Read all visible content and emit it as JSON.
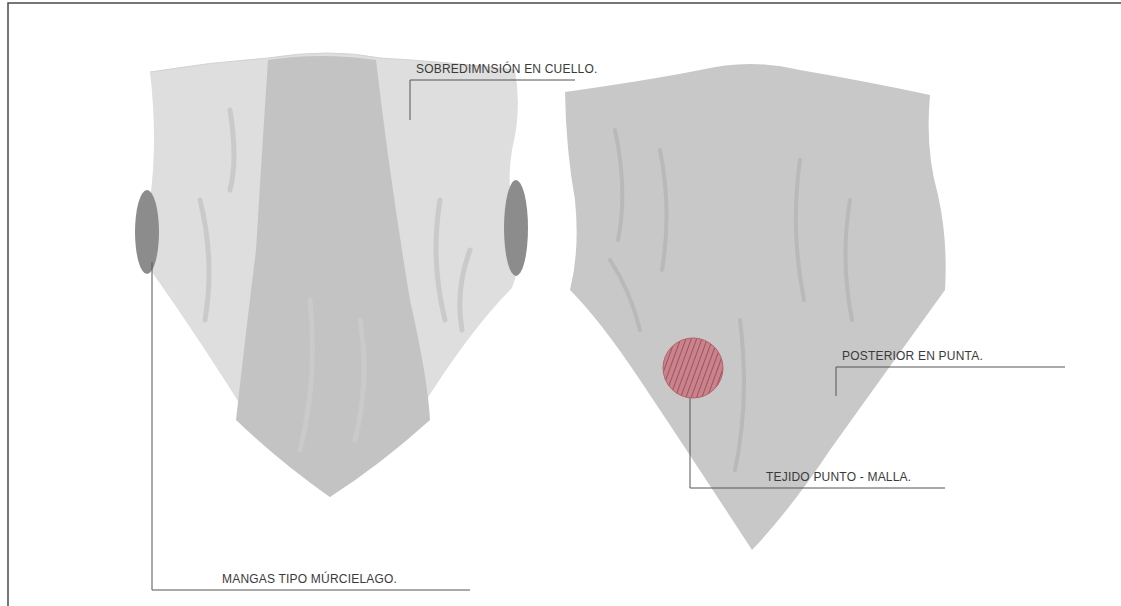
{
  "diagram": {
    "labels": [
      "SOBREDIMNSIÓN EN CUELLO.",
      "MANGAS TIPO MÚRCIELAGO.",
      "POSTERIOR EN PUNTA.",
      "TEJIDO PUNTO - MALLA."
    ]
  }
}
